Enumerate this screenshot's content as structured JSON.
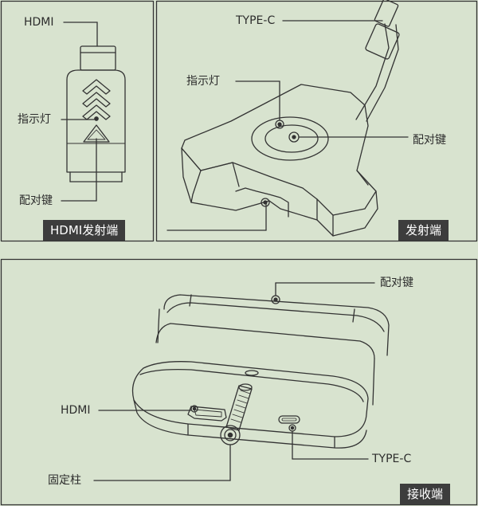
{
  "hdmi_tx_panel": {
    "label_hdmi": "HDMI",
    "label_indicator": "指示灯",
    "label_pair_key": "配对键",
    "title": "HDMI发射端"
  },
  "tx_panel": {
    "label_typec": "TYPE-C",
    "label_indicator": "指示灯",
    "label_pair_key": "配对键",
    "title": "发射端"
  },
  "rx_panel": {
    "label_pair_key": "配对键",
    "label_hdmi": "HDMI",
    "label_typec": "TYPE-C",
    "label_mount": "固定柱",
    "title": "接收端"
  },
  "colors": {
    "background": "#d8e3cf",
    "line": "#333333",
    "tag_bg": "#3d3d3d"
  }
}
